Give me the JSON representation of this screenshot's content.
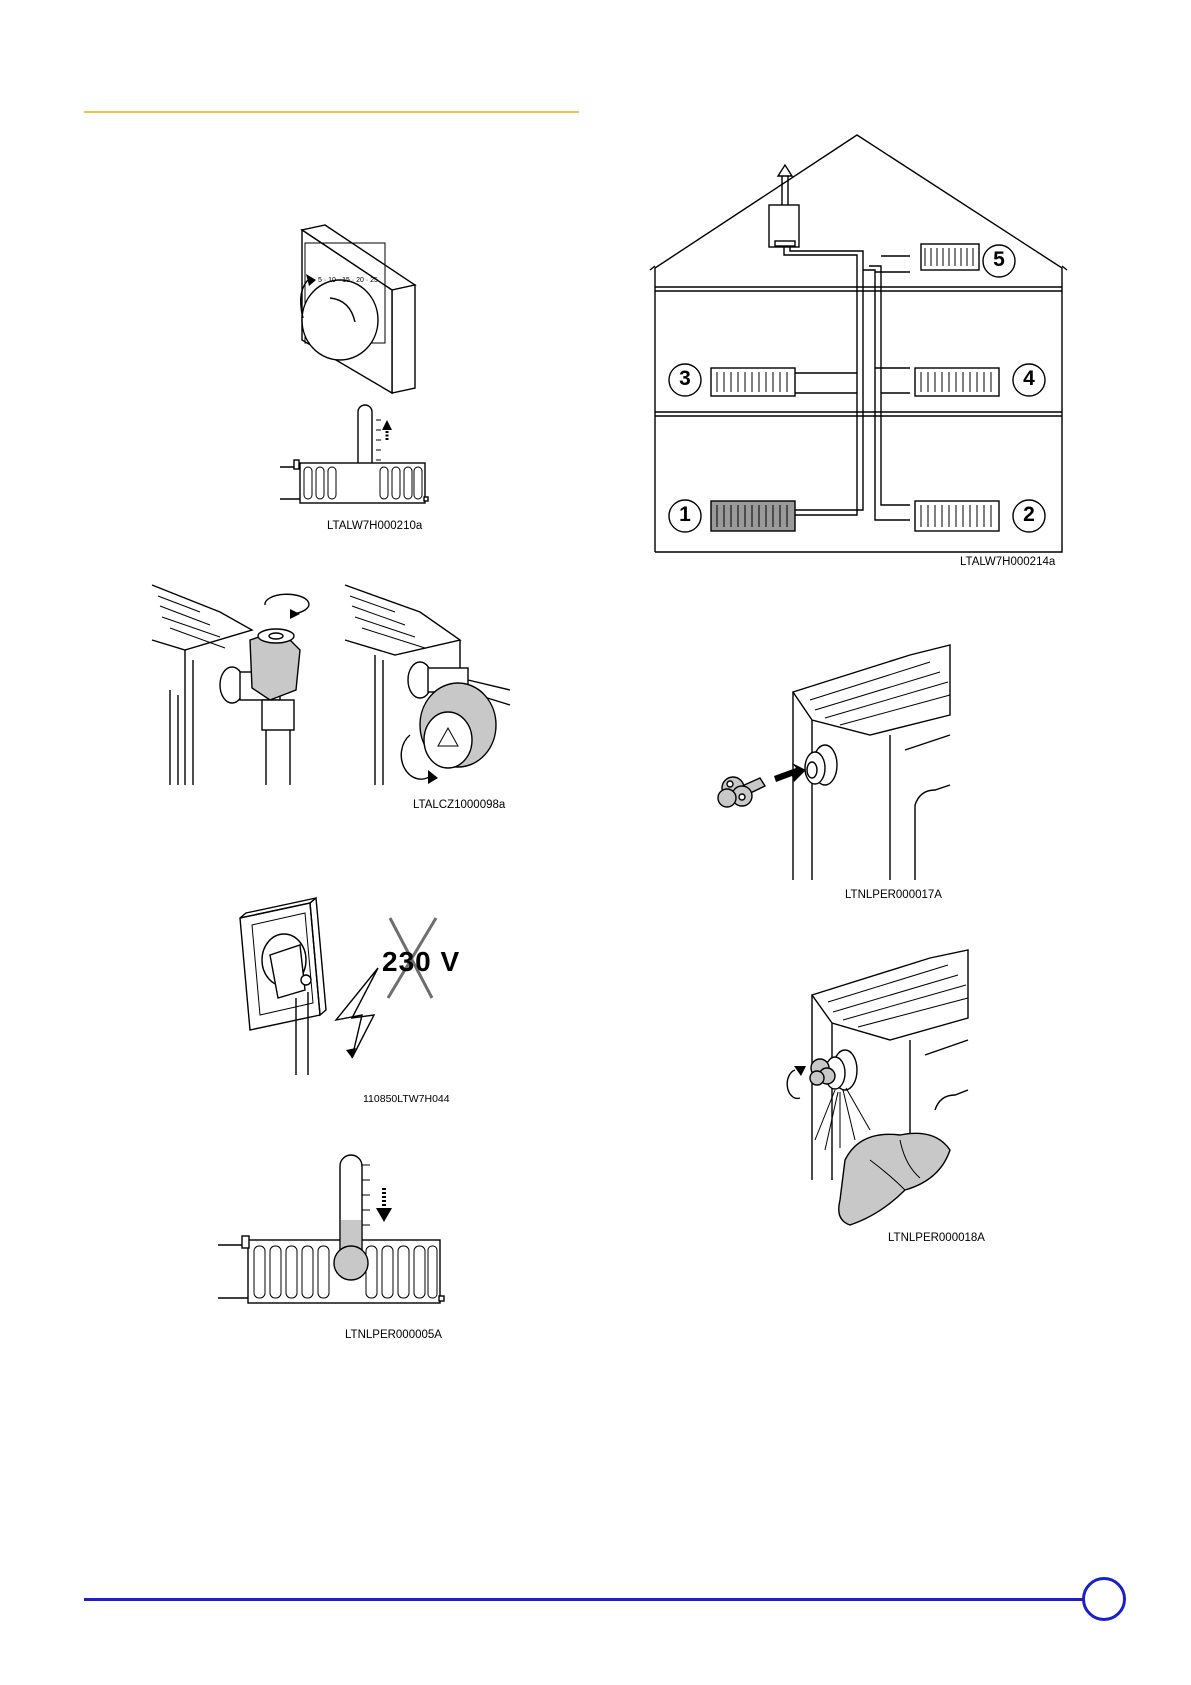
{
  "figures": {
    "thermostat": {
      "code": "LTALW7H000210a"
    },
    "house": {
      "code": "LTALW7H000214a",
      "radiator_labels": [
        "1",
        "2",
        "3",
        "4",
        "5"
      ]
    },
    "valves": {
      "code": "LTALCZ1000098a"
    },
    "power": {
      "code": "110850LTW7H044",
      "voltage_label": "230 V"
    },
    "cooling": {
      "code": "LTNLPER000005A"
    },
    "bleed_key": {
      "code": "LTNLPER000017A"
    },
    "bleed_cloth": {
      "code": "LTNLPER000018A"
    }
  },
  "colors": {
    "header_rule": "#f5c04a",
    "footer_rule": "#1a1fc8",
    "page_badge": "#1a1fc8",
    "radiator_active": "#9a9a9a"
  }
}
